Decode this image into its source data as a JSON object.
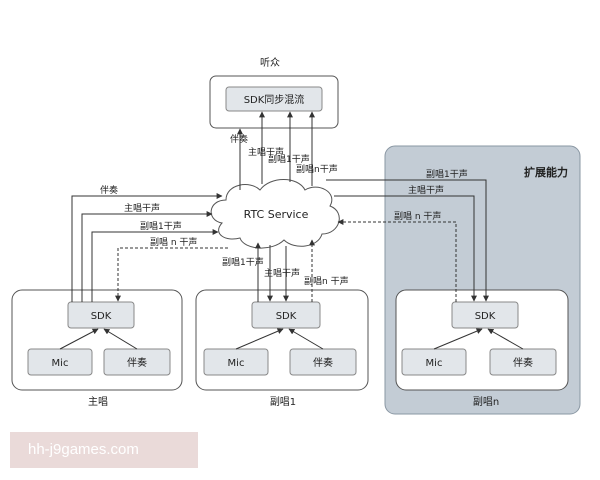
{
  "diagram": {
    "listener_title": "听众",
    "mix_box": "SDK同步混流",
    "cloud_label": "RTC Service",
    "expand_label": "扩展能力",
    "nodes": {
      "lead": {
        "title": "主唱",
        "sdk": "SDK",
        "mic": "Mic",
        "accomp": "伴奏"
      },
      "chorus1": {
        "title": "副唱1",
        "sdk": "SDK",
        "mic": "Mic",
        "accomp": "伴奏"
      },
      "chorusn": {
        "title": "副唱n",
        "sdk": "SDK",
        "mic": "Mic",
        "accomp": "伴奏"
      }
    },
    "edges": {
      "accomp": "伴奏",
      "lead_dry": "主唱干声",
      "c1_dry": "副唱1干声",
      "cn_dry": "副唱n干声",
      "cn_dry_spaced": "副唱 n 干声",
      "cn_dry_spaced2": "副唱n 干声"
    }
  },
  "watermark": "hh-j9games.com"
}
